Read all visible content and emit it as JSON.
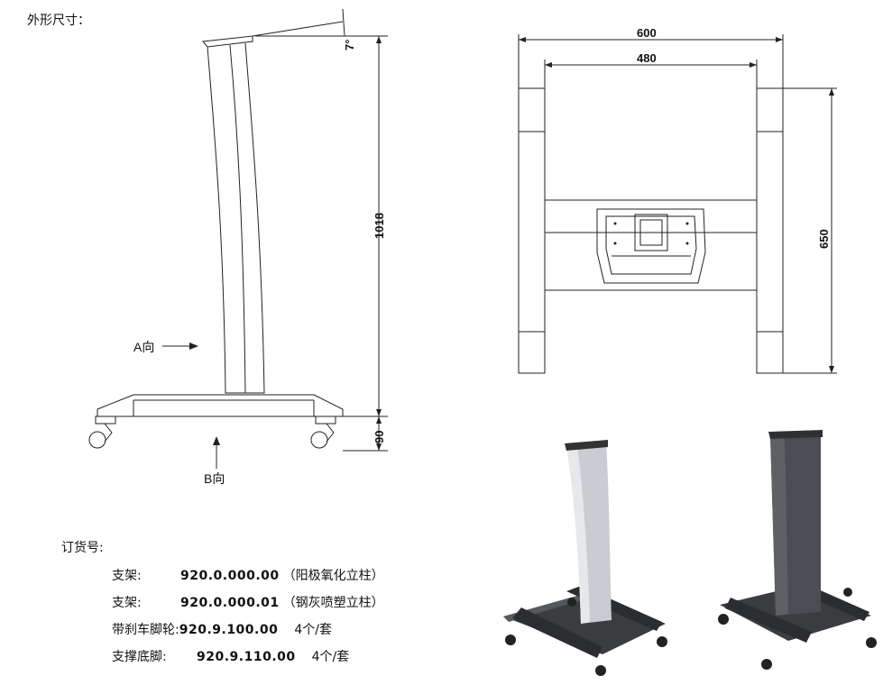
{
  "section_title": "外形尺寸：",
  "side_view": {
    "dim_height": "1018",
    "dim_base": "90",
    "dim_angle": "7°",
    "arrow_a_label": "A向",
    "arrow_b_label": "B向"
  },
  "top_view": {
    "dim_outer_width": "600",
    "dim_inner_width": "480",
    "dim_depth": "650"
  },
  "order": {
    "title": "订货号:",
    "rows": [
      {
        "label": "支架:",
        "code": "920.0.000.00",
        "note": "（阳极氧化立柱）"
      },
      {
        "label": "支架:",
        "code": "920.0.000.01",
        "note": "（钢灰喷塑立柱）"
      },
      {
        "label": "带刹车脚轮:",
        "code": "920.9.100.00",
        "note": "4个/套"
      },
      {
        "label": "支撑底脚:",
        "code": "920.9.110.00",
        "note": "4个/套"
      }
    ]
  },
  "colors": {
    "line": "#222222",
    "silver_column": "#c9ccd1",
    "grey_column": "#4a4d52",
    "base": "#3a3c40"
  }
}
